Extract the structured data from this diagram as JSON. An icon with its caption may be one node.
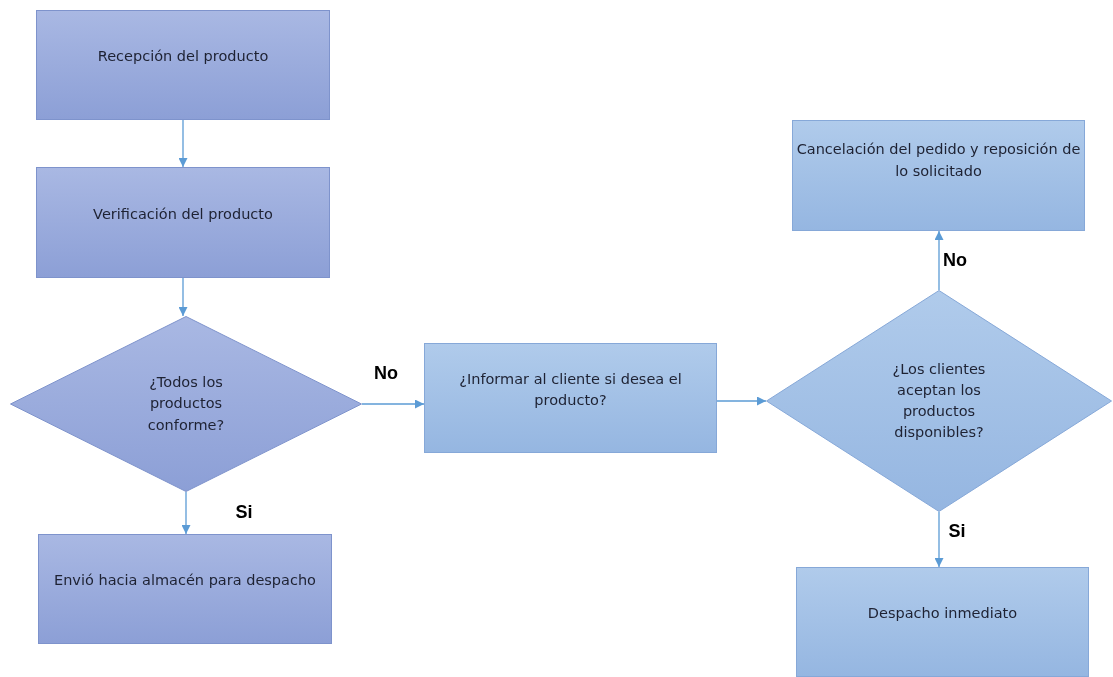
{
  "diagram": {
    "nodes": [
      {
        "text": [
          "Recepción del producto"
        ]
      },
      {
        "text": [
          "Verificación del producto"
        ]
      },
      {
        "text": [
          "¿Todos los productos conforme?"
        ]
      },
      {
        "text": [
          "Envió hacia almacén para despacho"
        ]
      },
      {
        "text": [
          "¿Informar al cliente si desea el producto?"
        ]
      },
      {
        "text": [
          "¿Los clientes aceptan los productos disponibles?"
        ]
      },
      {
        "text": [
          "Cancelación del pedido y reposición de lo solicitado"
        ]
      },
      {
        "text": [
          "Despacho inmediato"
        ]
      }
    ],
    "edges": [
      {
        "from": 0,
        "to": 1,
        "arrow": "to"
      },
      {
        "from": 1,
        "to": 2,
        "arrow": "to"
      },
      {
        "from": 2,
        "to": 3,
        "arrow": "to",
        "label": "Si"
      },
      {
        "from": 2,
        "to": 4,
        "arrow": "to",
        "label": "No"
      },
      {
        "from": 4,
        "to": 5,
        "arrow": "to"
      },
      {
        "from": 5,
        "to": 6,
        "arrow": "to",
        "label": "No"
      },
      {
        "from": 5,
        "to": 7,
        "arrow": "to",
        "label": "Si"
      }
    ]
  }
}
